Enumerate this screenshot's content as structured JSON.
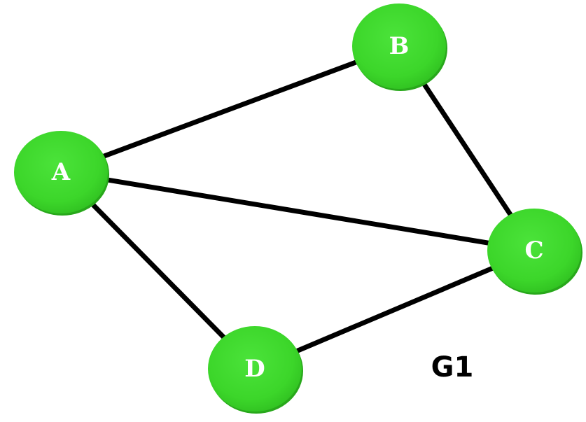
{
  "graph": {
    "title": "G1",
    "node_color": "#3cd62a",
    "node_shadow_color": "#28a81b",
    "edge_color": "#000000",
    "nodes": [
      {
        "id": "A",
        "label": "A"
      },
      {
        "id": "B",
        "label": "B"
      },
      {
        "id": "C",
        "label": "C"
      },
      {
        "id": "D",
        "label": "D"
      }
    ],
    "edges": [
      {
        "from": "A",
        "to": "B"
      },
      {
        "from": "A",
        "to": "C"
      },
      {
        "from": "A",
        "to": "D"
      },
      {
        "from": "B",
        "to": "C"
      },
      {
        "from": "C",
        "to": "D"
      }
    ]
  }
}
